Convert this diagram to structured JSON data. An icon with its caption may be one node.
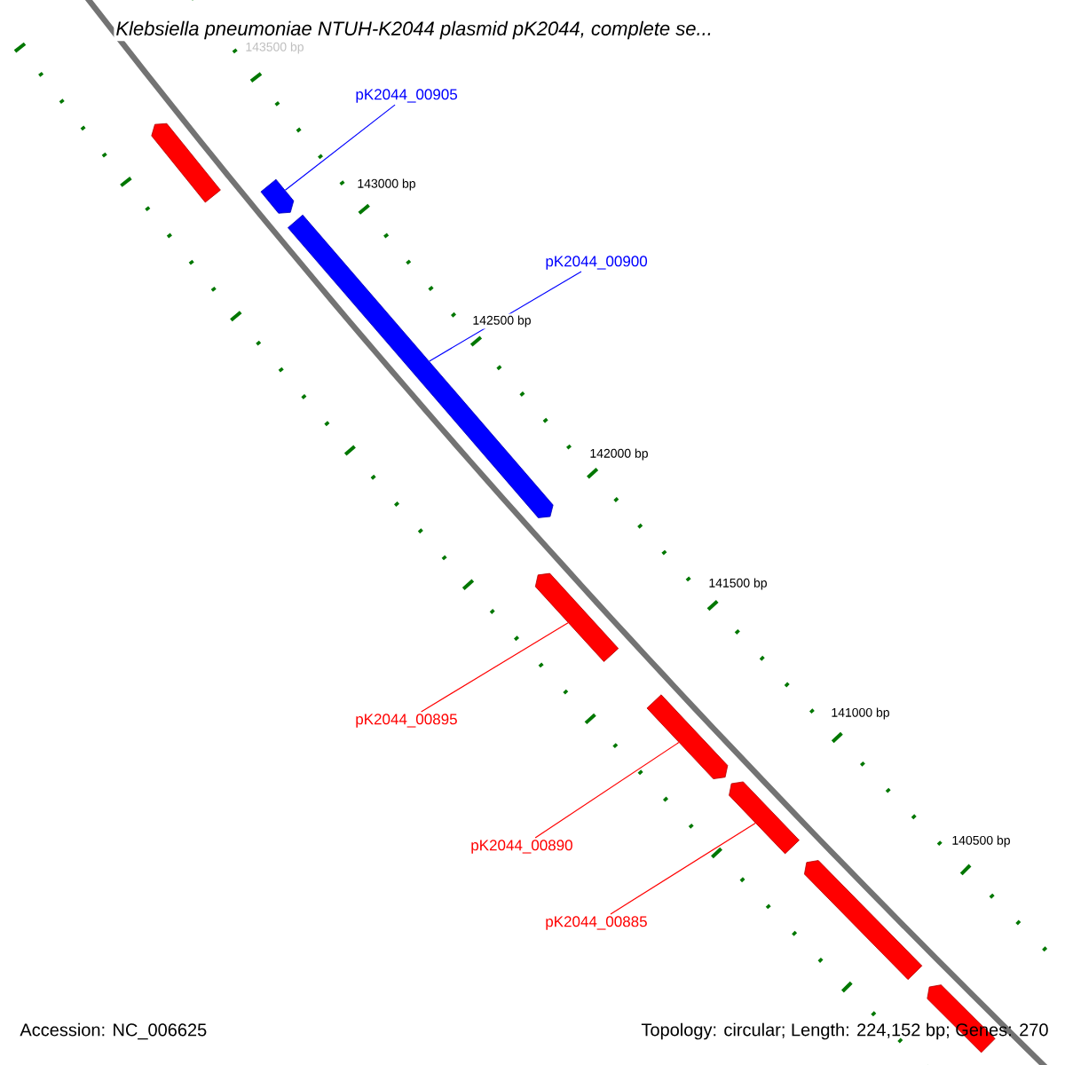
{
  "diagram": {
    "title": "Klebsiella pneumoniae NTUH-K2044 plasmid pK2044, complete se...",
    "nodes": [
      {
        "text": [
          "pK2044_00905"
        ]
      },
      {
        "text": [
          "pK2044_00900"
        ]
      },
      {
        "text": [
          "pK2044_00895"
        ]
      },
      {
        "text": [
          "pK2044_00890"
        ]
      },
      {
        "text": [
          "pK2044_00885"
        ]
      },
      {
        "text": [],
        "shape": "bar"
      },
      {
        "text": [],
        "shape": "bar"
      },
      {
        "text": [],
        "shape": "bar"
      },
      {
        "text": [],
        "shape": "bar"
      },
      {
        "text": [],
        "shape": "bar"
      },
      {
        "text": [],
        "shape": "bar"
      },
      {
        "text": [],
        "shape": "bar"
      },
      {
        "text": [],
        "shape": "bar"
      }
    ],
    "edges": [
      {
        "from": 0,
        "to": 6,
        "arrow": "none",
        "color": "#0000ff"
      },
      {
        "from": 1,
        "to": 7,
        "arrow": "none",
        "color": "#0000ff"
      },
      {
        "from": 2,
        "to": 8,
        "arrow": "none"
      },
      {
        "from": 3,
        "to": 9,
        "arrow": "none"
      },
      {
        "from": 4,
        "to": 10,
        "arrow": "none"
      }
    ],
    "labels": [
      "143500 bp",
      "143000 bp",
      "142500 bp",
      "142000 bp",
      "141500 bp",
      "141000 bp",
      "140500 bp",
      "Accession: NC_006625",
      "Topology: circular; Length: 224,152 bp; Genes: 270"
    ]
  }
}
